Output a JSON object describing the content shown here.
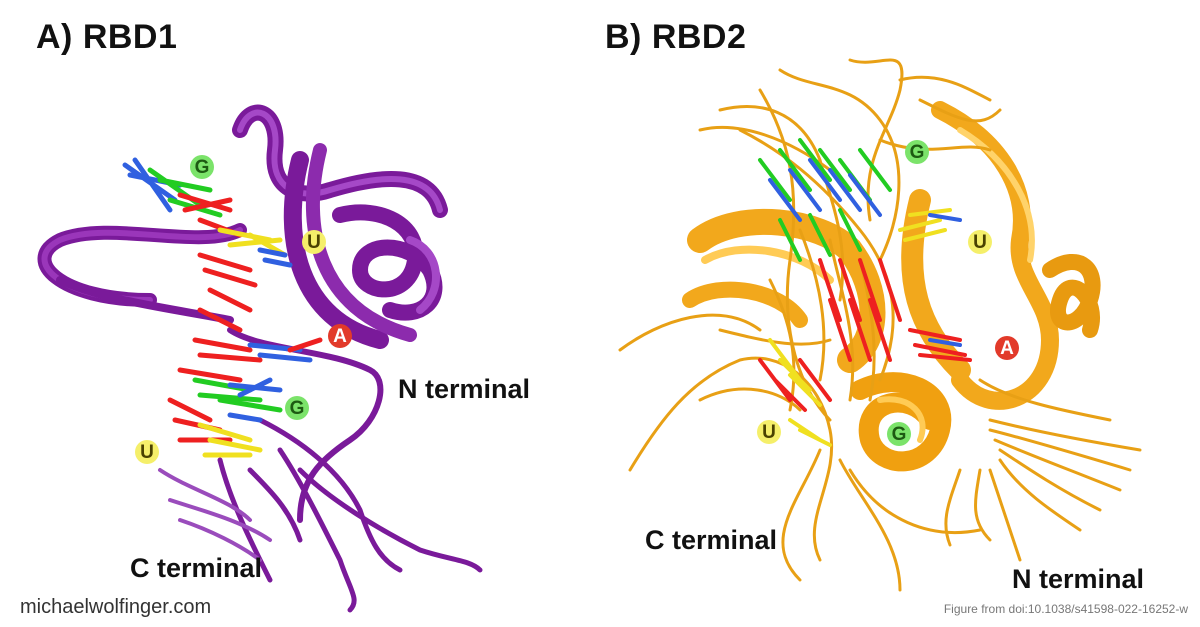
{
  "panels": {
    "a": {
      "title": "A) RBD1",
      "n_label": "N terminal",
      "c_label": "C terminal",
      "nucleotides": [
        "G",
        "U",
        "A",
        "G",
        "U"
      ]
    },
    "b": {
      "title": "B) RBD2",
      "n_label": "N terminal",
      "c_label": "C terminal",
      "nucleotides": [
        "G",
        "U",
        "A",
        "U",
        "G"
      ]
    }
  },
  "footer": {
    "left": "michaelwolfinger.com",
    "right": "Figure from doi:10.1038/s41598-022-16252-w"
  },
  "colors": {
    "rbd1_protein": "#7a1a9a",
    "rbd2_protein": "#f2a81c",
    "guanine": "#7be36a",
    "uracil": "#f5ef6a",
    "adenine": "#e23a2a",
    "nitrogen": "#3060e0",
    "oxygen": "#ee2020"
  }
}
